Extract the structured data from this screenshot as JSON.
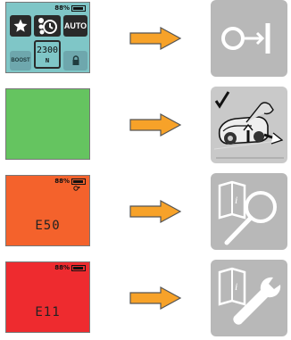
{
  "rows": [
    {
      "display": {
        "battery": "88%",
        "auto_label": "AUTO",
        "boost_label": "BOOST",
        "time": "2300",
        "unit": "N"
      }
    },
    {
      "display": {}
    },
    {
      "display": {
        "battery": "88%",
        "code": "E50"
      }
    },
    {
      "display": {
        "battery": "88%",
        "code": "E11"
      }
    }
  ],
  "colors": {
    "lcd_normal": "#7fc6c7",
    "lcd_green": "#65c460",
    "lcd_orange": "#f4622c",
    "lcd_red": "#ee2b2f",
    "arrow_fill": "#f7a229",
    "arrow_stroke": "#555555",
    "tile_bg": "#b8b8b8",
    "tile_icon": "#ffffff"
  },
  "icons": [
    "star-icon",
    "cog-cluster-icon",
    "lock-icon",
    "arrow-right-icon",
    "power-off-icon",
    "check-mark-icon",
    "mower-maintenance-icon",
    "manual-magnifier-icon",
    "manual-wrench-icon"
  ]
}
